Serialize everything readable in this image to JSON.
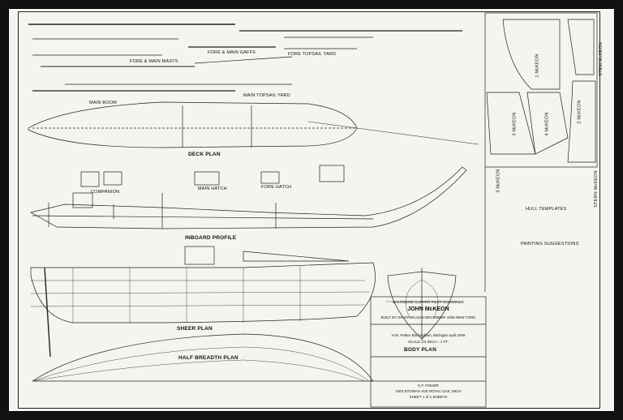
{
  "labels": {
    "deck_plan": "DECK PLAN",
    "inboard_profile": "INBOARD PROFILE",
    "sheer_plan": "SHEER PLAN",
    "half_breadth_plan": "HALF BREADTH PLAN",
    "body_plan": "BODY PLAN",
    "fore_main_masts": "FORE & MAIN MASTS",
    "fore_main_gaffs": "FORE & MAIN GAFFS",
    "fore_topsail_yard": "FORE TOPSAIL YARD",
    "main_topsail_yard": "MAIN TOPSAIL YARD",
    "main_boom": "MAIN BOOM",
    "main_hatch": "MAIN HATCH",
    "fore_hatch": "FORE HATCH",
    "companion": "COMPANION",
    "hull_templates": "HULL TEMPLATES",
    "painting_suggestions": "PAINTING SUGGESTIONS"
  },
  "templates": [
    "1 McKEON",
    "2 McKEON",
    "3 McKEON",
    "4 McKEON",
    "5 McKEON",
    "STEM McKEON",
    "STERN McKEON"
  ],
  "title_block": {
    "line1": "BALTIMORE CLIPPER   PILOT SCHOONER",
    "line2": "JOHN McKEON",
    "line3": "BUILT BY DAVID WILSON     DECEMBER 1836     NEW YORK",
    "line4": "H.M. Pettier  Birmingham, Michigan        April 1949",
    "line5": "SCALE  1/4 INCH = 1 FT.",
    "line6": "K.F. FISHER",
    "line7": "1002 ETOWAH AVE  ROYAL OAK, MICH",
    "line8": "SHEET 1 of 1  SHEETS"
  }
}
